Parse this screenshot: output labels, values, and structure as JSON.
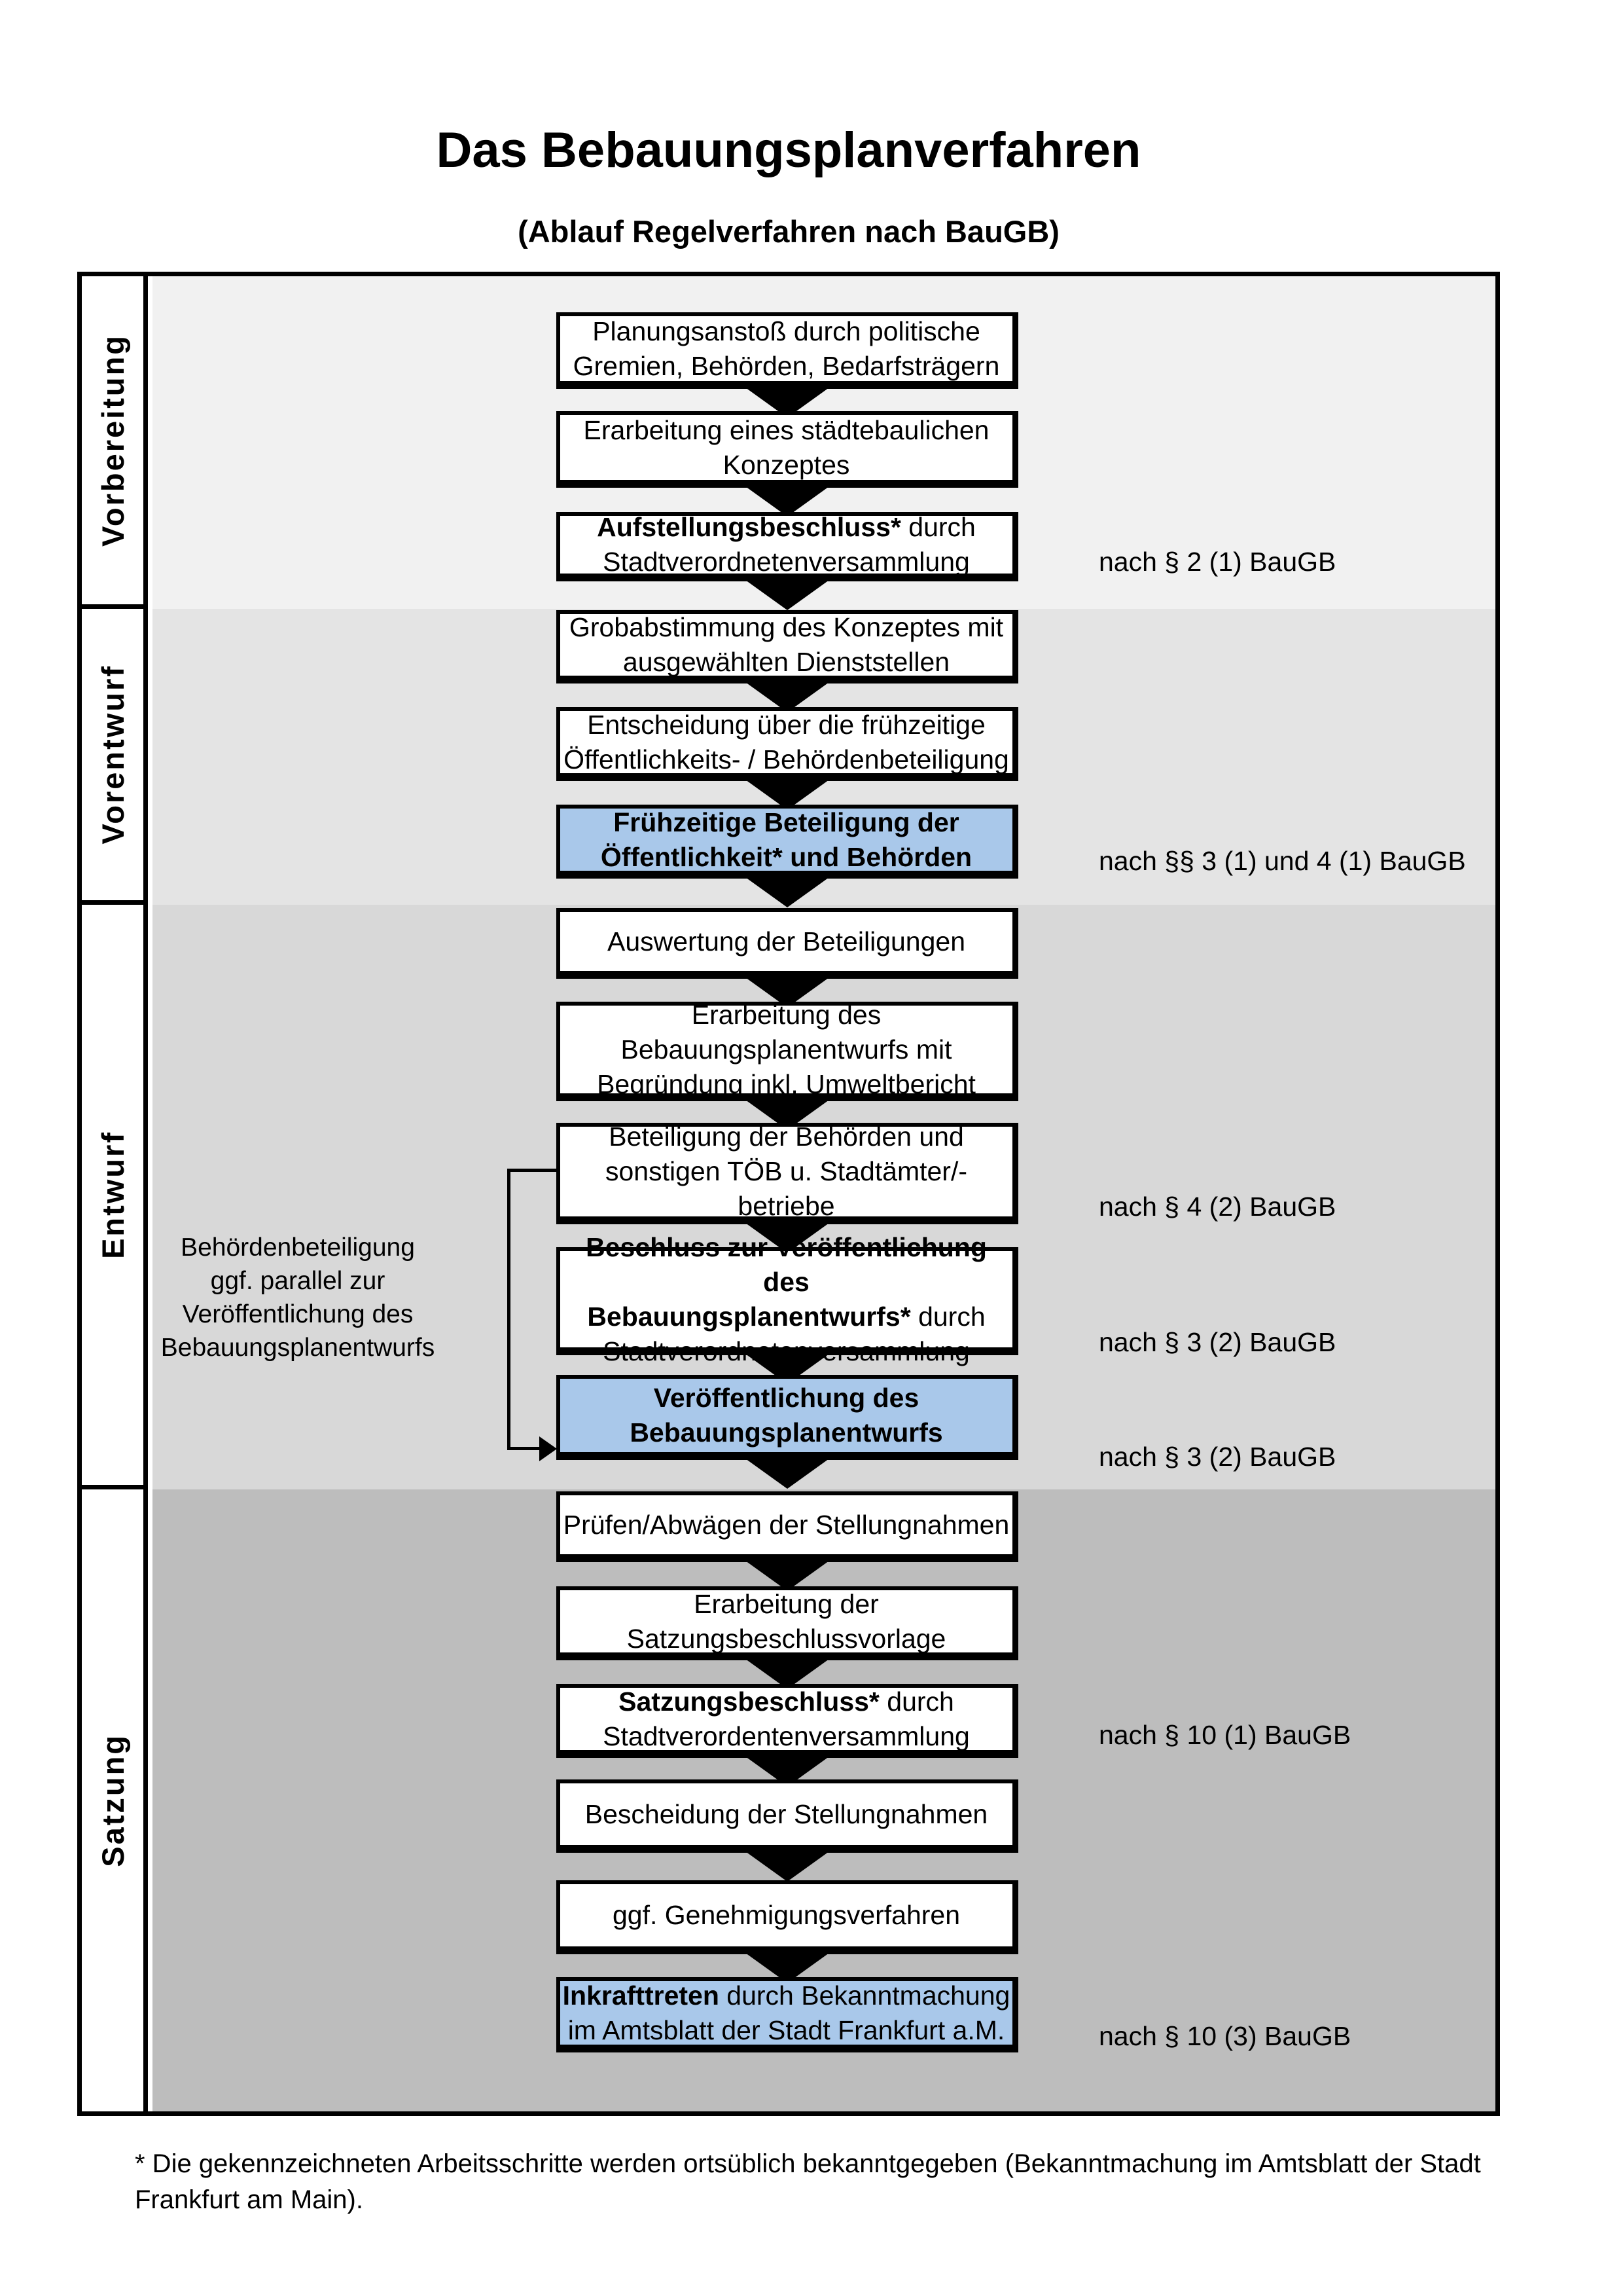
{
  "title": "Das Bebauungsplanverfahren",
  "subtitle": "(Ablauf Regelverfahren nach BauGB)",
  "colors": {
    "highlight_blue": "#a9c8ea",
    "phase_bg_vorbereitung": "#f1f1f1",
    "phase_bg_vorentwurf": "#e4e4e4",
    "phase_bg_entwurf": "#d8d8d8",
    "phase_bg_satzung": "#bdbdbd",
    "box_border": "#000000"
  },
  "phases": [
    {
      "label": "Vorbereitung"
    },
    {
      "label": "Vorentwurf"
    },
    {
      "label": "Entwurf"
    },
    {
      "label": "Satzung"
    }
  ],
  "boxes": [
    {
      "lines": [
        [
          {
            "t": "Planungsanstoß durch politische",
            "b": false
          }
        ],
        [
          {
            "t": "Gremien, Behörden, Bedarfsträgern",
            "b": false
          }
        ]
      ]
    },
    {
      "lines": [
        [
          {
            "t": "Erarbeitung eines städtebaulichen",
            "b": false
          }
        ],
        [
          {
            "t": "Konzeptes",
            "b": false
          }
        ]
      ]
    },
    {
      "lines": [
        [
          {
            "t": "Aufstellungsbeschluss*",
            "b": true
          },
          {
            "t": " durch",
            "b": false
          }
        ],
        [
          {
            "t": "Stadtverordnetenversammlung",
            "b": false
          }
        ]
      ]
    },
    {
      "lines": [
        [
          {
            "t": "Grobabstimmung des Konzeptes mit",
            "b": false
          }
        ],
        [
          {
            "t": "ausgewählten Dienststellen",
            "b": false
          }
        ]
      ]
    },
    {
      "lines": [
        [
          {
            "t": "Entscheidung über die frühzeitige",
            "b": false
          }
        ],
        [
          {
            "t": "Öffentlichkeits- / Behördenbeteiligung",
            "b": false
          }
        ]
      ]
    },
    {
      "lines": [
        [
          {
            "t": "Frühzeitige Beteiligung der",
            "b": true
          }
        ],
        [
          {
            "t": "Öffentlichkeit* und Behörden",
            "b": true
          }
        ]
      ],
      "highlight": true
    },
    {
      "lines": [
        [
          {
            "t": "Auswertung der Beteiligungen",
            "b": false
          }
        ]
      ]
    },
    {
      "lines": [
        [
          {
            "t": "Erarbeitung des",
            "b": false
          }
        ],
        [
          {
            "t": "Bebauungsplanentwurfs mit",
            "b": false
          }
        ],
        [
          {
            "t": "Begründung inkl. Umweltbericht",
            "b": false
          }
        ]
      ]
    },
    {
      "lines": [
        [
          {
            "t": "Beteiligung der Behörden und",
            "b": false
          }
        ],
        [
          {
            "t": "sonstigen TÖB u. Stadtämter/-betriebe",
            "b": false
          }
        ]
      ]
    },
    {
      "lines": [
        [
          {
            "t": "Beschluss zur Veröffentlichung des",
            "b": true
          }
        ],
        [
          {
            "t": "Bebauungsplanentwurfs*",
            "b": true
          },
          {
            "t": " durch",
            "b": false
          }
        ],
        [
          {
            "t": "Stadtverordnetenversammlung",
            "b": false
          }
        ]
      ]
    },
    {
      "lines": [
        [
          {
            "t": "Veröffentlichung des",
            "b": true
          }
        ],
        [
          {
            "t": "Bebauungsplanentwurfs",
            "b": true
          }
        ]
      ],
      "highlight": true
    },
    {
      "lines": [
        [
          {
            "t": "Prüfen/Abwägen der Stellungnahmen",
            "b": false
          }
        ]
      ]
    },
    {
      "lines": [
        [
          {
            "t": "Erarbeitung der",
            "b": false
          }
        ],
        [
          {
            "t": "Satzungsbeschlussvorlage",
            "b": false
          }
        ]
      ]
    },
    {
      "lines": [
        [
          {
            "t": "Satzungsbeschluss*",
            "b": true
          },
          {
            "t": " durch",
            "b": false
          }
        ],
        [
          {
            "t": "Stadtverordentenversammlung",
            "b": false
          }
        ]
      ]
    },
    {
      "lines": [
        [
          {
            "t": "Bescheidung der Stellungnahmen",
            "b": false
          }
        ]
      ]
    },
    {
      "lines": [
        [
          {
            "t": "ggf. Genehmigungsverfahren",
            "b": false
          }
        ]
      ]
    },
    {
      "lines": [
        [
          {
            "t": "Inkrafttreten",
            "b": true
          },
          {
            "t": " durch Bekanntmachung",
            "b": false
          }
        ],
        [
          {
            "t": "im Amtsblatt der Stadt Frankfurt a.M.",
            "b": false
          }
        ]
      ],
      "highlight": true
    }
  ],
  "refs": [
    "nach § 2 (1) BauGB",
    "nach §§ 3 (1) und 4 (1) BauGB",
    "nach § 4 (2) BauGB",
    "nach § 3 (2) BauGB",
    "nach § 3 (2) BauGB",
    "nach § 10 (1) BauGB",
    "nach § 10 (3) BauGB"
  ],
  "annotation": {
    "line1": "Behördenbeteiligung",
    "line2": "ggf. parallel zur",
    "line3": "Veröffentlichung des",
    "line4": "Bebauungsplanentwurfs"
  },
  "footnote": {
    "line1": "* Die gekennzeichneten Arbeitsschritte werden ortsüblich bekanntgegeben (Bekanntmachung im Amtsblatt  der Stadt",
    "line2": "Frankfurt am Main)."
  }
}
